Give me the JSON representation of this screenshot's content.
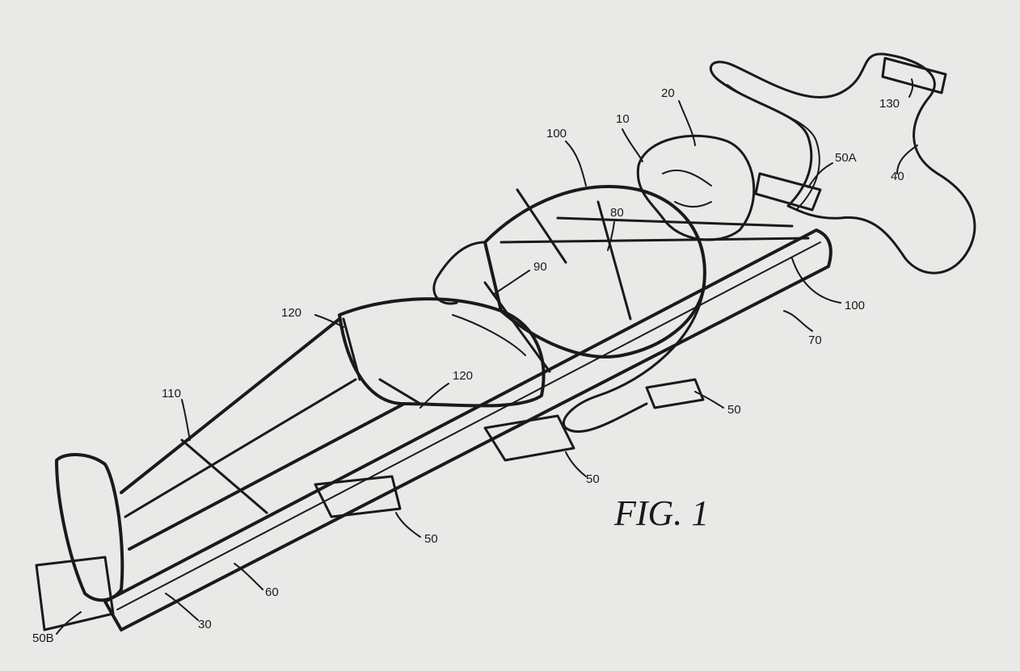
{
  "figure": {
    "caption": "FIG. 1",
    "labels": {
      "l10": "10",
      "l20": "20",
      "l30": "30",
      "l40": "40",
      "l50a": "50",
      "l50b": "50",
      "l50c": "50",
      "l50A": "50A",
      "l50B": "50B",
      "l60": "60",
      "l70": "70",
      "l80": "80",
      "l90": "90",
      "l100a": "100",
      "l100b": "100",
      "l110": "110",
      "l120a": "120",
      "l120b": "120",
      "l130": "130"
    }
  }
}
